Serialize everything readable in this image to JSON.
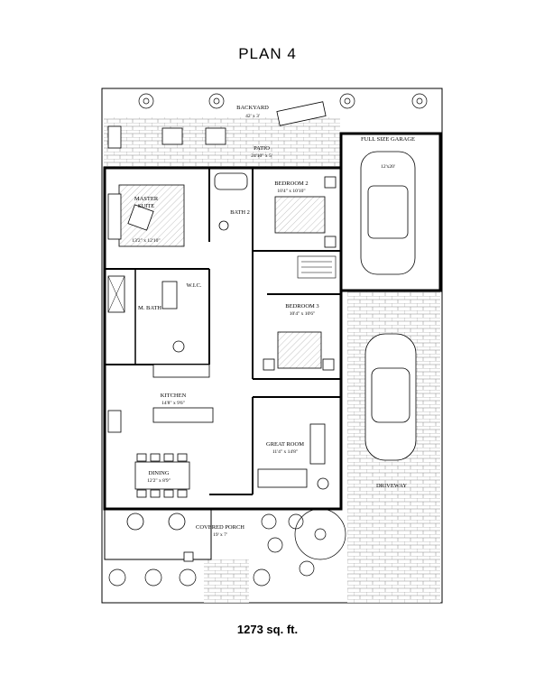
{
  "title": "PLAN 4",
  "area": "1273 sq. ft.",
  "rooms": {
    "backyard": {
      "name": "BACKYARD",
      "dim": "42' x 3'"
    },
    "patio": {
      "name": "PATIO",
      "dim": "24'10\" x 5'"
    },
    "garage": {
      "name": "FULL SIZE GARAGE",
      "dim": "12'x20'"
    },
    "master": {
      "name": "MASTER",
      "name2": "SUITE",
      "dim": "13'2\" x 12'10\""
    },
    "bath2": {
      "name": "BATH 2"
    },
    "bedroom2": {
      "name": "BEDROOM 2",
      "dim": "10'4\" x 10'10\""
    },
    "wic": {
      "name": "W.I.C."
    },
    "mbath": {
      "name": "M. BATH"
    },
    "bedroom3": {
      "name": "BEDROOM 3",
      "dim": "10'4\" x 10'6\""
    },
    "kitchen": {
      "name": "KITCHEN",
      "dim": "14'8\" x 9'6\""
    },
    "greatroom": {
      "name": "GREAT ROOM",
      "dim": "11'4\" x 14'8\""
    },
    "dining": {
      "name": "DINING",
      "dim": "12'2\" x 8'9\""
    },
    "driveway": {
      "name": "DRIVEWAY"
    },
    "porch": {
      "name": "COVERED PORCH",
      "dim": "19' x 7'"
    }
  }
}
